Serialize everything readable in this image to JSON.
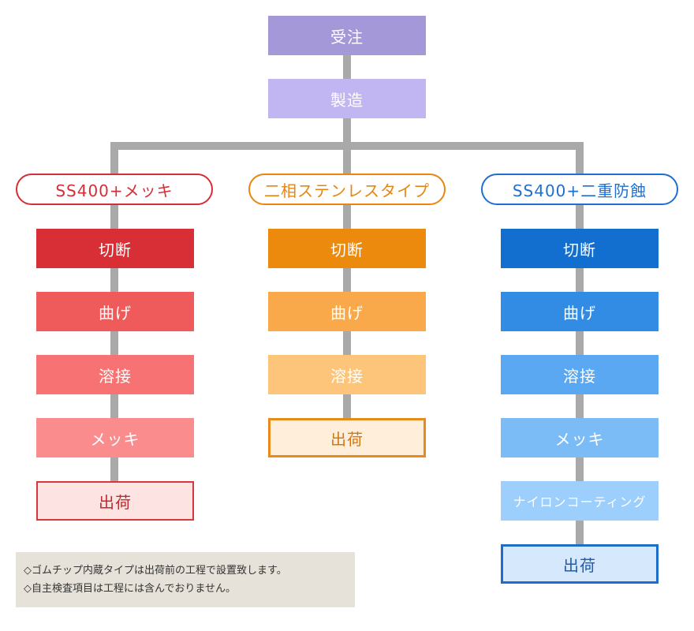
{
  "top_steps": {
    "order": "受注",
    "manufacturing": "製造"
  },
  "columns": [
    {
      "title": "SS400+メッキ",
      "color": "#d62e36",
      "steps": [
        "切断",
        "曲げ",
        "溶接",
        "メッキ"
      ],
      "final": "出荷"
    },
    {
      "title": "二相ステンレスタイプ",
      "color": "#e8850f",
      "steps": [
        "切断",
        "曲げ",
        "溶接"
      ],
      "final": "出荷"
    },
    {
      "title": "SS400+二重防蝕",
      "color": "#1f6fcf",
      "steps": [
        "切断",
        "曲げ",
        "溶接",
        "メッキ",
        "ナイロンコーティング"
      ],
      "final": "出荷"
    }
  ],
  "notes": [
    "◇ゴムチップ内蔵タイプは出荷前の工程で設置致します。",
    "◇自主検査項目は工程には含んでおりません。"
  ]
}
